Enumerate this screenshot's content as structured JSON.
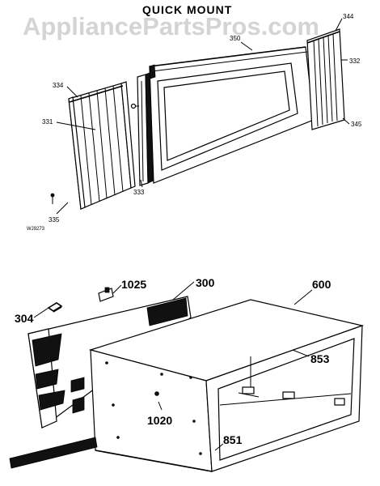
{
  "title": "QUICK MOUNT",
  "watermark": "AppliancePartsPros.com",
  "drawing_code": "WJ9273",
  "top_callouts": {
    "c334": "334",
    "c331": "331",
    "c335": "335",
    "c333": "333",
    "c350": "350",
    "c344": "344",
    "c332": "332",
    "c345": "345"
  },
  "bottom_callouts": {
    "c1025": "1025",
    "c300": "300",
    "c304": "304",
    "c600": "600",
    "c853": "853",
    "c1020": "1020",
    "c851": "851"
  }
}
